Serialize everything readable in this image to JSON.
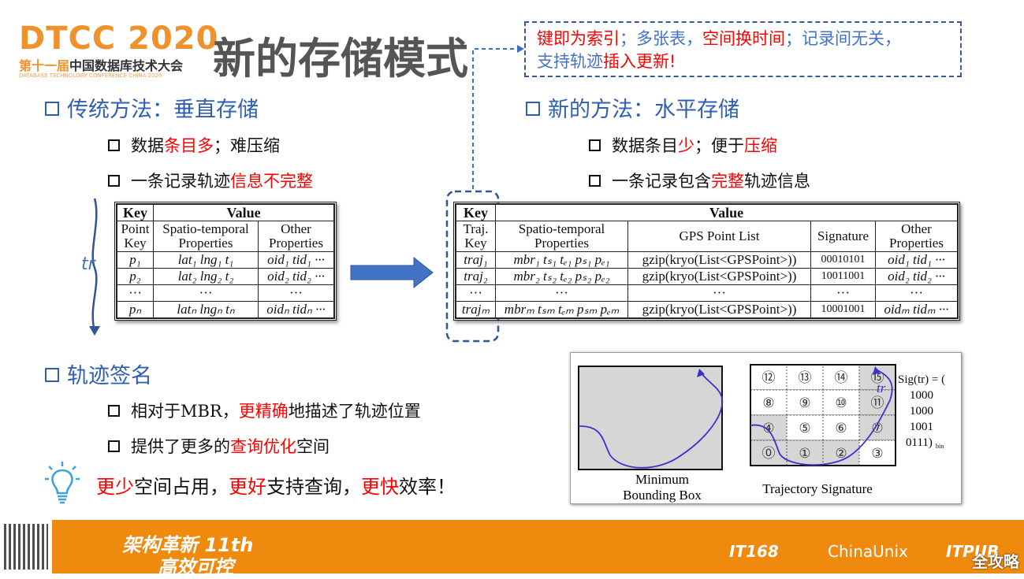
{
  "logo": {
    "main": "DTCC 2020",
    "sub_a": "第十一届",
    "sub_b": "中国数据库技术大会",
    "en": "DATABASE TECHNOLOGY CONFERENCE CHINA 2020"
  },
  "title": "新的存储模式",
  "note": {
    "p1": "键即为索引",
    "p2": "；多张表，",
    "p3": "空间换时间",
    "p4": "；记录间无关，",
    "p5": "支持轨迹",
    "p6": "插入更新!"
  },
  "left": {
    "heading": "传统方法：垂直存储",
    "b1": {
      "a": "数据",
      "b": "条目多",
      "c": "；难压缩"
    },
    "b2": {
      "a": "一条记录轨迹",
      "b": "信息不完整"
    },
    "tr": "tr",
    "table": {
      "key": "Key",
      "value": "Value",
      "h1": "Point Key",
      "h2": "Spatio-temporal Properties",
      "h3": "Other Properties",
      "rows": [
        [
          "p₁",
          "lat₁  lng₁  t₁",
          "oid₁  tid₁ ···"
        ],
        [
          "p₂",
          "lat₂  lng₂  t₂",
          "oid₂  tid₂ ···"
        ],
        [
          "···",
          "···",
          "···"
        ],
        [
          "pₙ",
          "latₙ  lngₙ  tₙ",
          "oidₙ  tidₙ ···"
        ]
      ]
    }
  },
  "right": {
    "heading": "新的方法：水平存储",
    "b1": {
      "a": "数据条目",
      "b": "少",
      "c": "；便于",
      "d": "压缩"
    },
    "b2": {
      "a": "一条记录包含",
      "b": "完整",
      "c": "轨迹信息"
    },
    "table": {
      "key": "Key",
      "value": "Value",
      "h1": "Traj. Key",
      "h2": "Spatio-temporal Properties",
      "h3": "GPS Point List",
      "h4": "Signature",
      "h5": "Other Properties",
      "rows": [
        [
          "traj₁",
          "mbr₁  tₛ₁  tₑ₁  pₛ₁  pₑ₁",
          "gzip(kryo(List<GPSPoint>))",
          "00010101",
          "oid₁  tid₁ ···"
        ],
        [
          "traj₂",
          "mbr₂  tₛ₂  tₑ₂  pₛ₂  pₑ₂",
          "gzip(kryo(List<GPSPoint>))",
          "10011001",
          "oid₂  tid₂ ···"
        ],
        [
          "···",
          "···",
          "···",
          "···",
          "···"
        ],
        [
          "trajₘ",
          "mbrₘ  tₛₘ  tₑₘ  pₛₘ  pₑₘ",
          "gzip(kryo(List<GPSPoint>))",
          "10001001",
          "oidₘ  tidₘ ···"
        ]
      ]
    }
  },
  "sig": {
    "heading": "轨迹签名",
    "b1": {
      "a": "相对于MBR，",
      "b": "更精确",
      "c": "地描述了轨迹位置"
    },
    "b2": {
      "a": "提供了更多的",
      "b": "查询优化",
      "c": "空间"
    },
    "summary": {
      "a": "更少",
      "b": "空间占用，",
      "c": "更好",
      "d": "支持查询，",
      "e": "更快",
      "f": "效率！"
    }
  },
  "figure": {
    "mbr_label1": "Minimum",
    "mbr_label2": "Bounding Box",
    "sig_label": "Trajectory Signature",
    "tr": "tr",
    "cells": [
      "⑫",
      "⑬",
      "⑭",
      "⑮",
      "⑧",
      "⑨",
      "⑩",
      "⑪",
      "④",
      "⑤",
      "⑥",
      "⑦",
      "⓪",
      "①",
      "②",
      "③"
    ],
    "shaded": [
      false,
      false,
      false,
      true,
      false,
      false,
      false,
      true,
      true,
      false,
      false,
      true,
      true,
      true,
      true,
      false
    ],
    "sig_lines": [
      "Sig(tr) = (",
      "1000",
      "1000",
      "1001",
      "0111)"
    ],
    "sig_sub": "bin"
  },
  "footer": {
    "line1": "架构革新 11th",
    "line2": "高效可控",
    "logo1": "IT168",
    "logo2": "ChinaUnix",
    "logo3": "ITPUB",
    "watermark": "全攻略"
  },
  "colors": {
    "accent": "#2f5fb0",
    "highlight": "#ff0000",
    "footer": "#ef8a0e",
    "logo": "#f0922b"
  }
}
